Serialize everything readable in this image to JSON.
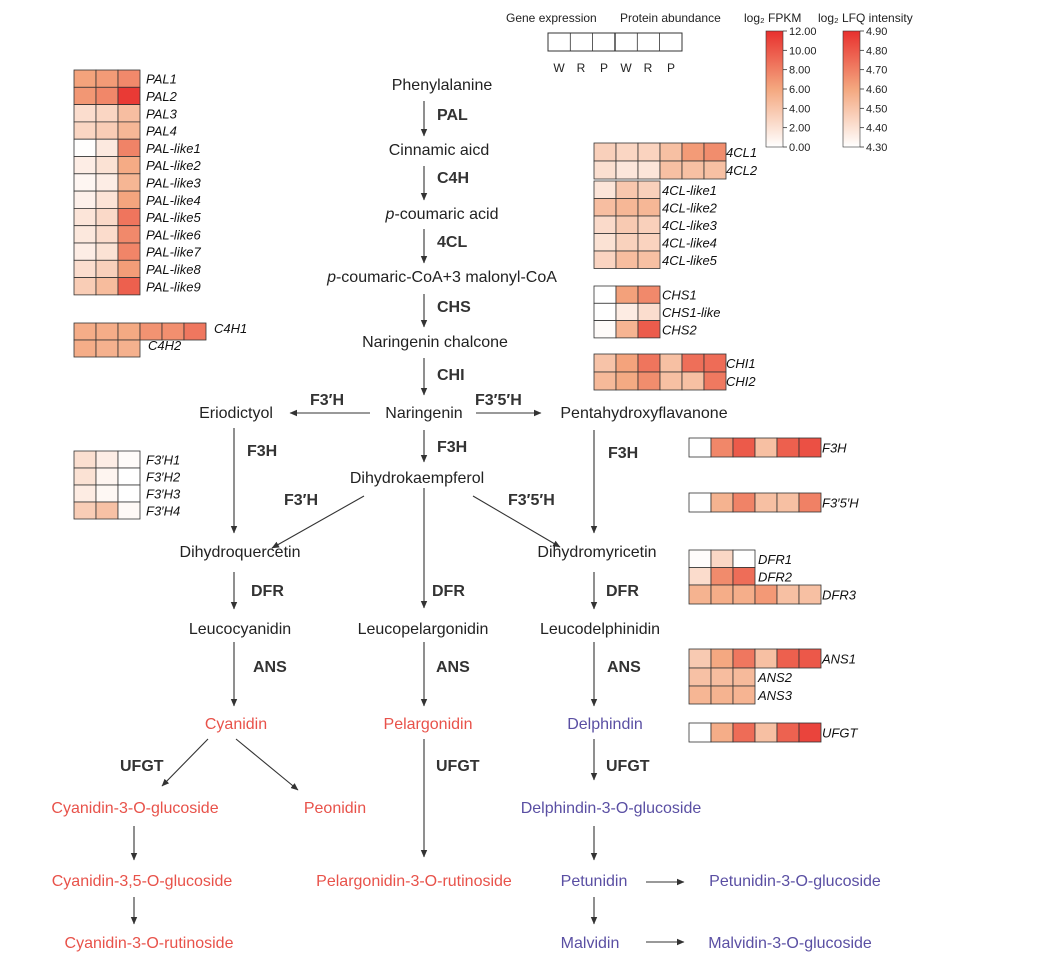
{
  "legend": {
    "gene_expression_label": "Gene expression",
    "protein_abundance_label": "Protein abundance",
    "columns": [
      "W",
      "R",
      "P",
      "W",
      "R",
      "P"
    ],
    "fpkm_title": "log₂ FPKM",
    "lfq_title": "log₂ LFQ intensity",
    "fpkm_ticks": [
      "12.00",
      "10.00",
      "8.00",
      "6.00",
      "4.00",
      "2.00",
      "0.00"
    ],
    "lfq_ticks": [
      "4.90",
      "4.80",
      "4.70",
      "4.60",
      "4.50",
      "4.40",
      "4.30"
    ],
    "colors": {
      "low": "#ffffff",
      "mid": "#f4a77f",
      "high": "#e8302e"
    }
  },
  "compounds": {
    "phenylalanine": "Phenylalanine",
    "cinnamic": "Cinnamic aicd",
    "pcoumaric_prefix": "p",
    "pcoumaric_rest": "-coumaric acid",
    "pcoumaric_coa_prefix": "p",
    "pcoumaric_coa_rest": "-coumaric-CoA+3 malonyl-CoA",
    "naringenin_chalcone": "Naringenin chalcone",
    "naringenin": "Naringenin",
    "eriodictyol": "Eriodictyol",
    "pentahydroxyflavanone": "Pentahydroxyflavanone",
    "dihydrokaempferol": "Dihydrokaempferol",
    "dihydroquercetin": "Dihydroquercetin",
    "dihydromyricetin": "Dihydromyricetin",
    "leucocyanidin": "Leucocyanidin",
    "leucopelargonidin": "Leucopelargonidin",
    "leucodelphinidin": "Leucodelphinidin",
    "cyanidin": "Cyanidin",
    "pelargonidin": "Pelargonidin",
    "delphindin": "Delphindin",
    "cyanidin_3_o_glucoside": "Cyanidin-3-O-glucoside",
    "peonidin": "Peonidin",
    "delphindin_3_o_glucoside": "Delphindin-3-O-glucoside",
    "cyanidin_35_o_glucoside": "Cyanidin-3,5-O-glucoside",
    "pelargonidin_3_o_rutinoside": "Pelargonidin-3-O-rutinoside",
    "petunidin": "Petunidin",
    "petunidin_3_o_glucoside": "Petunidin-3-O-glucoside",
    "cyanidin_3_o_rutinoside": "Cyanidin-3-O-rutinoside",
    "malvidin": "Malvidin",
    "malvidin_3_o_glucoside": "Malvidin-3-O-glucoside"
  },
  "enzymes": {
    "pal": "PAL",
    "c4h": "C4H",
    "4cl": "4CL",
    "chs": "CHS",
    "chi": "CHI",
    "f3h_left": "F3′H",
    "f35h_top": "F3′5′H",
    "f3h_a": "F3H",
    "f3h_b": "F3H",
    "f3h_c": "F3H",
    "f3h_mid": "F3′H",
    "f35h_mid": "F3′5′H",
    "dfr_a": "DFR",
    "dfr_b": "DFR",
    "dfr_c": "DFR",
    "ans_a": "ANS",
    "ans_b": "ANS",
    "ans_c": "ANS",
    "ufgt_a": "UFGT",
    "ufgt_b": "UFGT",
    "ufgt_c": "UFGT"
  },
  "heatmaps": {
    "pal": {
      "genes": [
        "PAL1",
        "PAL2",
        "PAL3",
        "PAL4",
        "PAL-like1",
        "PAL-like2",
        "PAL-like3",
        "PAL-like4",
        "PAL-like5",
        "PAL-like6",
        "PAL-like7",
        "PAL-like8",
        "PAL-like9"
      ],
      "values": [
        [
          6.2,
          6.6,
          7.5
        ],
        [
          6.8,
          7.6,
          11.5
        ],
        [
          2.3,
          2.8,
          4.4
        ],
        [
          2.8,
          3.4,
          4.9
        ],
        [
          0.1,
          1.5,
          7.8
        ],
        [
          1.2,
          2.0,
          5.7
        ],
        [
          0.6,
          1.2,
          5.0
        ],
        [
          1.0,
          1.9,
          6.1
        ],
        [
          1.8,
          2.6,
          8.5
        ],
        [
          1.6,
          2.4,
          7.5
        ],
        [
          1.2,
          2.0,
          7.7
        ],
        [
          2.3,
          3.2,
          6.5
        ],
        [
          3.4,
          4.6,
          9.6
        ]
      ]
    },
    "c4h": {
      "genes": [
        "C4H1",
        "C4H2"
      ],
      "values": [
        [
          5.6,
          5.6,
          5.8,
          7.0,
          7.2,
          8.4
        ],
        [
          5.6,
          5.3,
          5.3
        ]
      ]
    },
    "cl4": {
      "genes": [
        "4CL1",
        "4CL2"
      ],
      "values": [
        [
          3.2,
          2.8,
          3.0,
          4.3,
          6.6,
          7.3
        ],
        [
          2.2,
          1.7,
          1.8,
          4.3,
          4.3,
          4.3
        ]
      ]
    },
    "cl4like": {
      "genes": [
        "4CL-like1",
        "4CL-like2",
        "4CL-like3",
        "4CL-like4",
        "4CL-like5"
      ],
      "values": [
        [
          1.8,
          3.8,
          3.2
        ],
        [
          4.4,
          4.9,
          4.9
        ],
        [
          2.5,
          3.6,
          3.2
        ],
        [
          2.0,
          3.1,
          3.0
        ],
        [
          2.9,
          4.5,
          4.3
        ]
      ]
    },
    "chs": {
      "genes": [
        "CHS1",
        "CHS1-like",
        "CHS2"
      ],
      "values": [
        [
          0.0,
          6.3,
          7.5
        ],
        [
          0.0,
          1.3,
          2.3
        ],
        [
          0.3,
          5.1,
          9.8
        ]
      ]
    },
    "chi": {
      "genes": [
        "CHI1",
        "CHI2"
      ],
      "values": [
        [
          4.1,
          6.2,
          8.5,
          4.3,
          8.8,
          9.0
        ],
        [
          4.8,
          5.8,
          7.3,
          4.3,
          4.3,
          8.3
        ]
      ]
    },
    "f3h_genes": {
      "genes": [
        "F3′H1",
        "F3′H2",
        "F3′H3",
        "F3′H4"
      ],
      "values": [
        [
          2.2,
          1.2,
          0.3
        ],
        [
          2.0,
          0.7,
          0.0
        ],
        [
          1.3,
          0.5,
          0.0
        ],
        [
          3.4,
          4.2,
          0.4
        ]
      ]
    },
    "f3h": {
      "genes": [
        "F3H"
      ],
      "values": [
        [
          0.0,
          7.6,
          9.9,
          4.3,
          9.6,
          10.4
        ]
      ]
    },
    "f35h": {
      "genes": [
        "F3′5′H"
      ],
      "values": [
        [
          0.0,
          5.2,
          7.8,
          4.3,
          4.3,
          7.9
        ]
      ]
    },
    "dfr12": {
      "genes": [
        "DFR1",
        "DFR2"
      ],
      "values": [
        [
          0.2,
          2.7,
          0.0
        ],
        [
          2.4,
          7.4,
          8.9
        ]
      ]
    },
    "dfr3": {
      "genes": [
        "DFR3"
      ],
      "values": [
        [
          5.2,
          5.6,
          5.5,
          6.7,
          4.3,
          4.3
        ]
      ]
    },
    "ans1": {
      "genes": [
        "ANS1"
      ],
      "values": [
        [
          3.6,
          5.9,
          8.4,
          4.3,
          9.6,
          10.0
        ]
      ]
    },
    "ans23": {
      "genes": [
        "ANS2",
        "ANS3"
      ],
      "values": [
        [
          4.2,
          4.5,
          4.7
        ],
        [
          5.0,
          5.2,
          5.1
        ]
      ]
    },
    "ufgt": {
      "genes": [
        "UFGT"
      ],
      "values": [
        [
          0.0,
          5.6,
          9.0,
          4.3,
          9.5,
          11.0
        ]
      ]
    }
  }
}
